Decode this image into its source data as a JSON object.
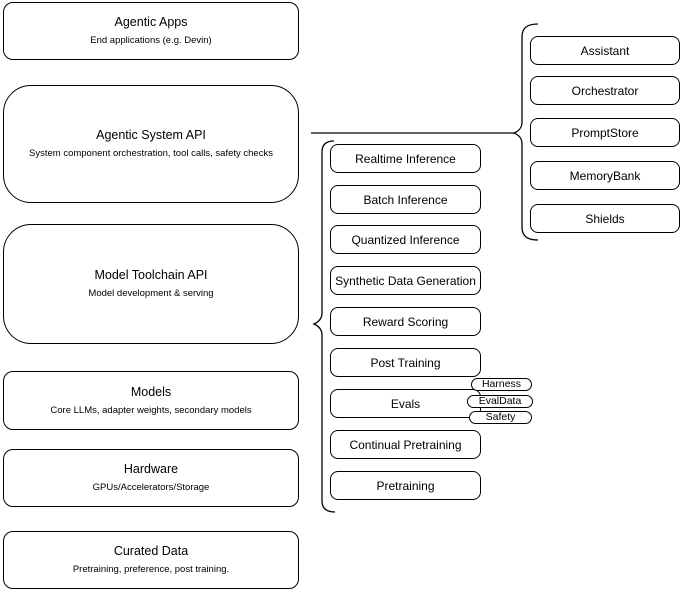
{
  "stack_layers": [
    {
      "title": "Agentic Apps",
      "subtitle": "End applications (e.g. Devin)"
    },
    {
      "title": "Agentic System API",
      "subtitle": "System component orchestration, tool calls, safety checks"
    },
    {
      "title": "Model Toolchain API",
      "subtitle": "Model development & serving"
    },
    {
      "title": "Models",
      "subtitle": "Core LLMs, adapter weights, secondary models"
    },
    {
      "title": "Hardware",
      "subtitle": "GPUs/Accelerators/Storage"
    },
    {
      "title": "Curated Data",
      "subtitle": "Pretraining, preference, post training."
    }
  ],
  "toolchain_components": [
    "Realtime Inference",
    "Batch Inference",
    "Quantized Inference",
    "Synthetic Data Generation",
    "Reward Scoring",
    "Post Training",
    "Evals",
    "Continual Pretraining",
    "Pretraining"
  ],
  "evals_tags": [
    "Harness",
    "EvalData",
    "Safety"
  ],
  "system_components": [
    "Assistant",
    "Orchestrator",
    "PromptStore",
    "MemoryBank",
    "Shields"
  ],
  "colors": {
    "stroke": "#000000",
    "fill": "#ffffff",
    "background": "#ffffff"
  }
}
